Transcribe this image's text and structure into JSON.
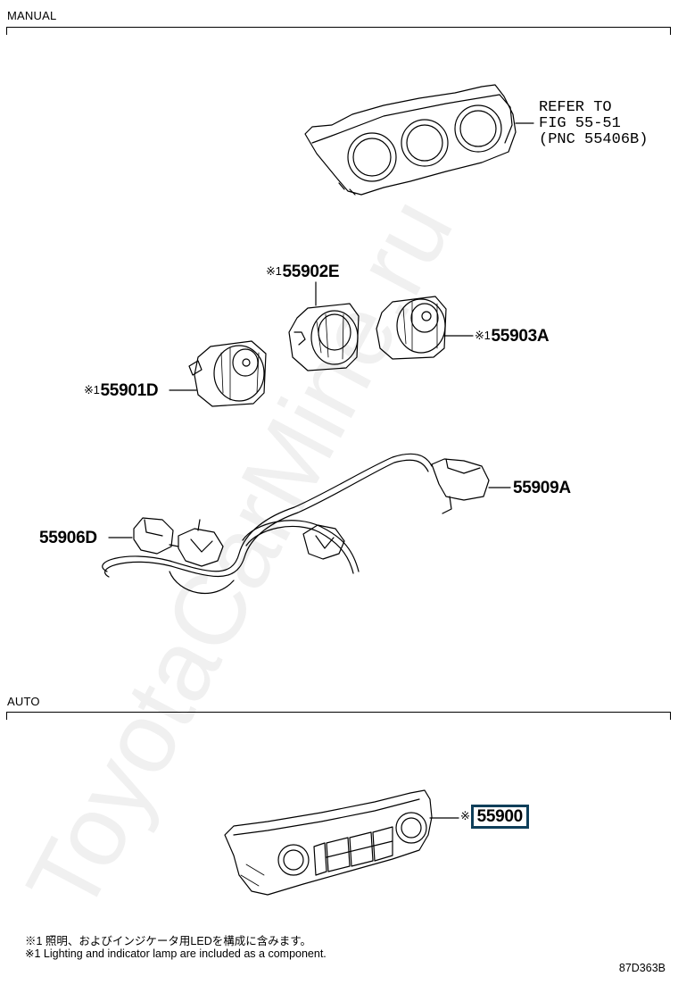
{
  "sections": {
    "manual_label": "MANUAL",
    "auto_label": "AUTO"
  },
  "reference": {
    "text": "REFER TO\nFIG 55-51\n(PNC 55406B)"
  },
  "parts": {
    "p55902E": {
      "mark": "※1",
      "number": "55902E"
    },
    "p55903A": {
      "mark": "※1",
      "number": "55903A"
    },
    "p55901D": {
      "mark": "※1",
      "number": "55901D"
    },
    "p55909A": {
      "mark": "",
      "number": "55909A"
    },
    "p55906D": {
      "mark": "",
      "number": "55906D"
    },
    "p55900": {
      "mark": "※",
      "number": "55900"
    }
  },
  "notes": {
    "jp": "※1 照明、およびインジケータ用LEDを構成に含みます。",
    "en": "※1 Lighting and indicator lamp are included as a component."
  },
  "diagram_code": "87D363B",
  "watermark": "ToyotaCarMine.ru",
  "colors": {
    "highlight_box": "#0f3f5a",
    "watermark": "#f0f0f0"
  }
}
